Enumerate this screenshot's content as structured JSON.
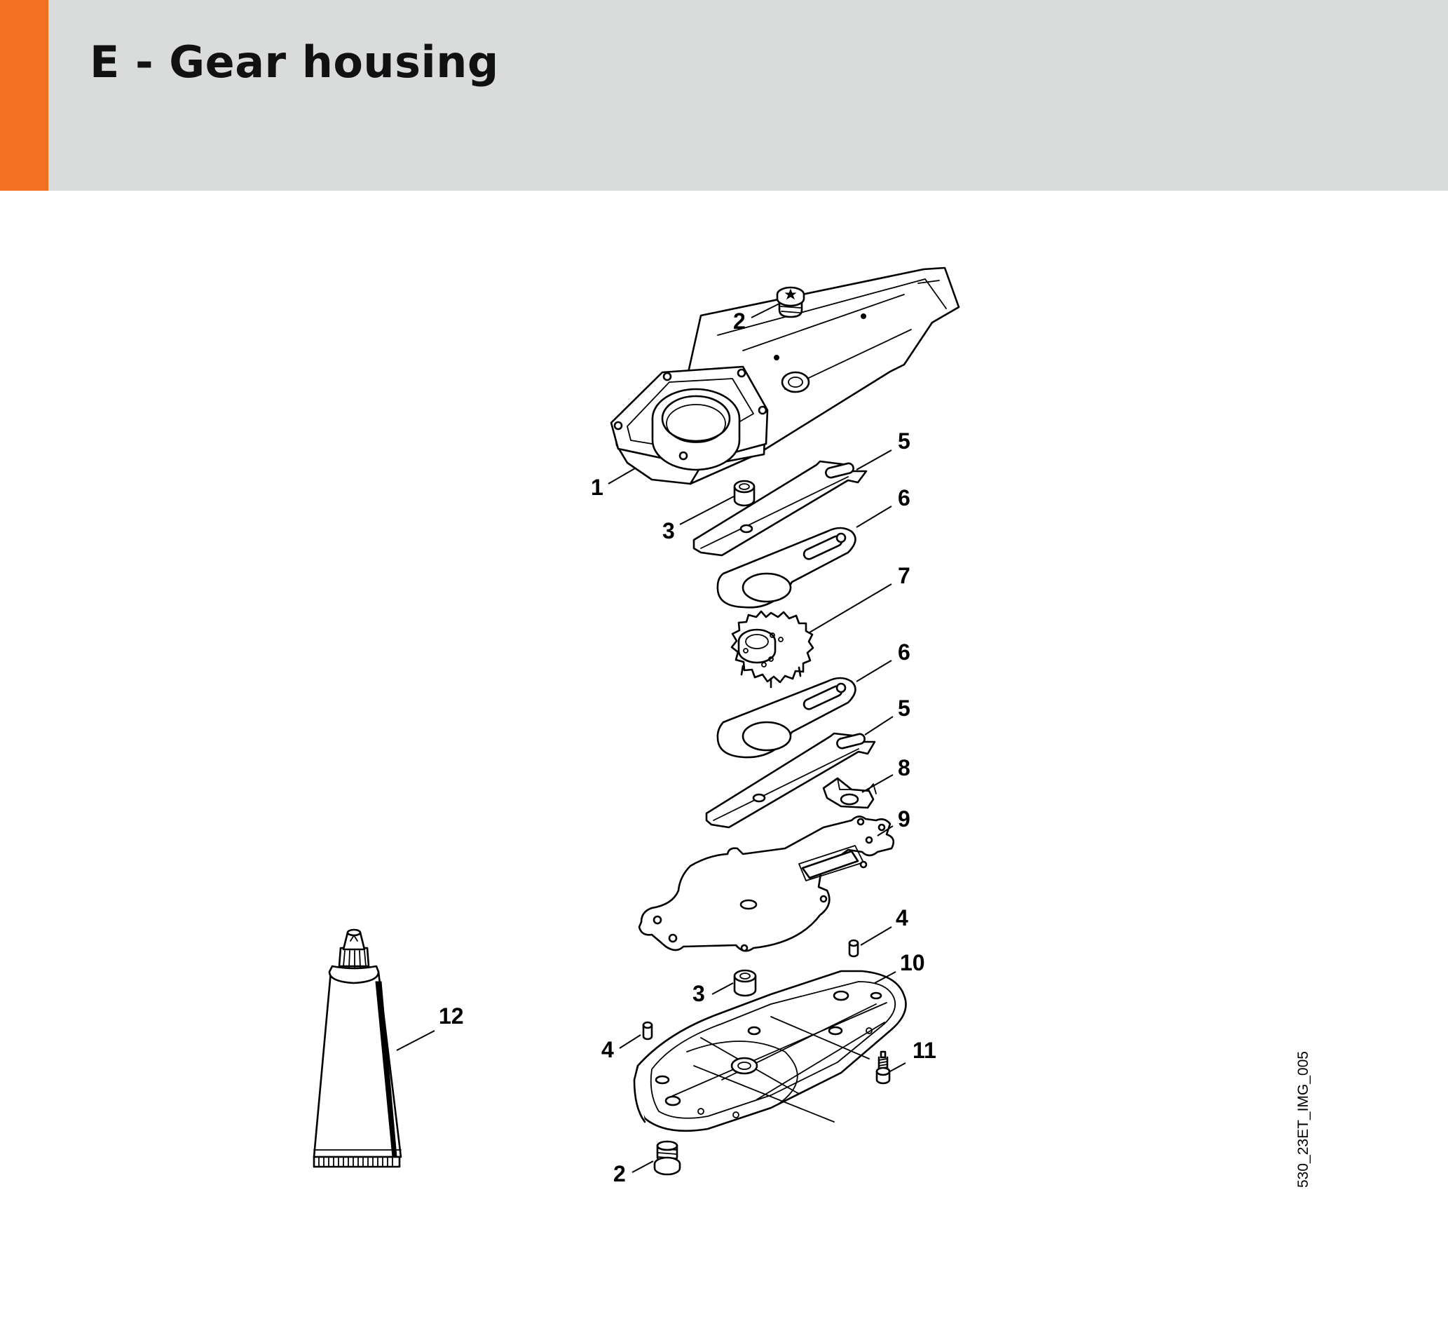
{
  "header": {
    "title": "E - Gear housing",
    "accent_color": "#f37021",
    "background_color": "#dadbdb"
  },
  "diagram": {
    "reference_code": "530_23ET_IMG_005",
    "parts": [
      {
        "number": "1",
        "name": "gear-housing"
      },
      {
        "number": "2",
        "name": "plug-top"
      },
      {
        "number": "3",
        "name": "bushing-upper"
      },
      {
        "number": "5",
        "name": "slide-plate-upper"
      },
      {
        "number": "6",
        "name": "connecting-rod-upper"
      },
      {
        "number": "7",
        "name": "spur-gear"
      },
      {
        "number": "6",
        "name": "connecting-rod-lower"
      },
      {
        "number": "5",
        "name": "slide-plate-lower"
      },
      {
        "number": "8",
        "name": "bracket"
      },
      {
        "number": "9",
        "name": "gasket"
      },
      {
        "number": "4",
        "name": "dowel-pin-right"
      },
      {
        "number": "10",
        "name": "gear-cover"
      },
      {
        "number": "3",
        "name": "bushing-lower"
      },
      {
        "number": "12",
        "name": "grease-tube"
      },
      {
        "number": "4",
        "name": "dowel-pin-left"
      },
      {
        "number": "11",
        "name": "screw"
      },
      {
        "number": "2",
        "name": "plug-bottom"
      }
    ]
  }
}
